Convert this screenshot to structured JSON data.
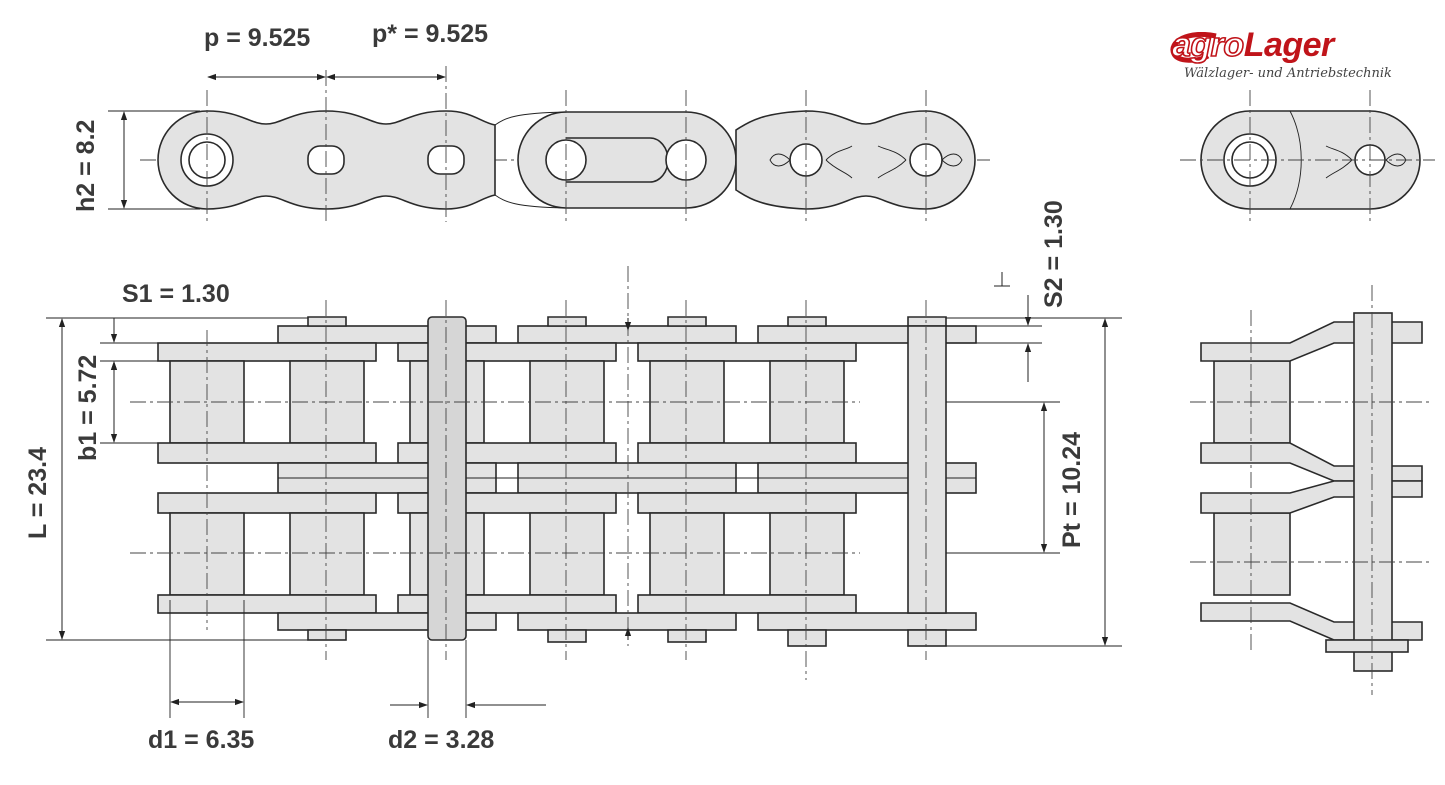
{
  "dimensions": {
    "p": "p = 9.525",
    "p_star": "p* = 9.525",
    "h2": "h2 = 8.2",
    "s1": "S1 = 1.30",
    "s2": "S2 = 1.30",
    "b1": "b1 = 5.72",
    "L": "L = 23.4",
    "Pt": "Pt = 10.24",
    "d1": "d1 = 6.35",
    "d2": "d2 = 3.28"
  },
  "logo": {
    "part1": "agro",
    "part2": "Lager",
    "tagline": "Wälzlager- und Antriebstechnik"
  },
  "colors": {
    "brand_red": "#c0141a",
    "part_fill": "#e3e3e3",
    "line": "#2a2a2a"
  }
}
